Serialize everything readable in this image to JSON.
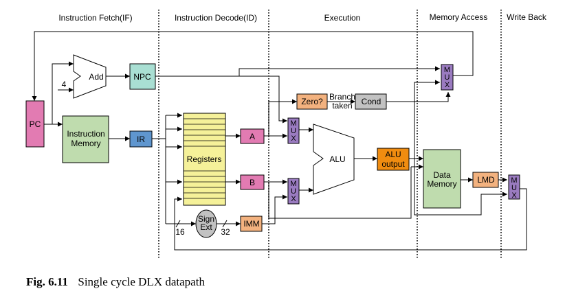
{
  "stages": {
    "fetch": "Instruction Fetch(IF)",
    "decode": "Instruction Decode(ID)",
    "execution": "Execution",
    "memory": "Memory Access",
    "writeback": "Write Back"
  },
  "blocks": {
    "pc": "PC",
    "add": "Add",
    "four": "4",
    "npc": "NPC",
    "imem_line1": "Instruction",
    "imem_line2": "Memory",
    "ir": "IR",
    "registers": "Registers",
    "a": "A",
    "b": "B",
    "sign_line1": "Sign",
    "sign_line2": "Ext",
    "imm": "IMM",
    "bits_in": "16",
    "bits_out": "32",
    "zero": "Zero?",
    "branch_line1": "Branch",
    "branch_line2": "taken",
    "cond": "Cond",
    "alu": "ALU",
    "aluout_line1": "ALU",
    "aluout_line2": "output",
    "dmem_line1": "Data",
    "dmem_line2": "Memory",
    "lmd": "LMD",
    "mux_letters": [
      "M",
      "U",
      "X"
    ]
  },
  "caption": {
    "number": "Fig. 6.11",
    "text": "Single cycle DLX datapath"
  },
  "colors": {
    "pc": "#e27bb2",
    "npc": "#a9dfd3",
    "ir": "#5f96cf",
    "imem": "#bfdcae",
    "registers": "#f5f199",
    "ab": "#e27bb2",
    "imm": "#f3b27f",
    "zero": "#f3b27f",
    "cond": "#c2c2c2",
    "aluout": "#f08c10",
    "dmem": "#bfdcae",
    "lmd": "#f3b27f",
    "mux": "#9a7bc0",
    "sign": "#c2c2c2"
  }
}
